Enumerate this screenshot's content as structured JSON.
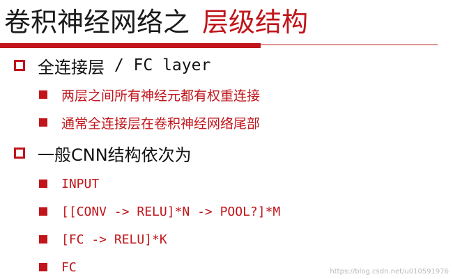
{
  "title": {
    "prefix": "卷积神经网络之",
    "highlight": "层级结构"
  },
  "colors": {
    "accent": "#c0151b",
    "text": "#111111"
  },
  "sections": [
    {
      "heading_cn": "全连接层",
      "heading_en": " / FC layer",
      "items": [
        "两层之间所有神经元都有权重连接",
        "通常全连接层在卷积神经网络尾部"
      ]
    },
    {
      "heading_cn": "一般CNN结构依次为",
      "items": [
        "INPUT",
        "[[CONV -> RELU]*N -> POOL?]*M",
        "[FC -> RELU]*K",
        "FC"
      ]
    }
  ],
  "watermark": "https://blog.csdn.net/u010591976"
}
